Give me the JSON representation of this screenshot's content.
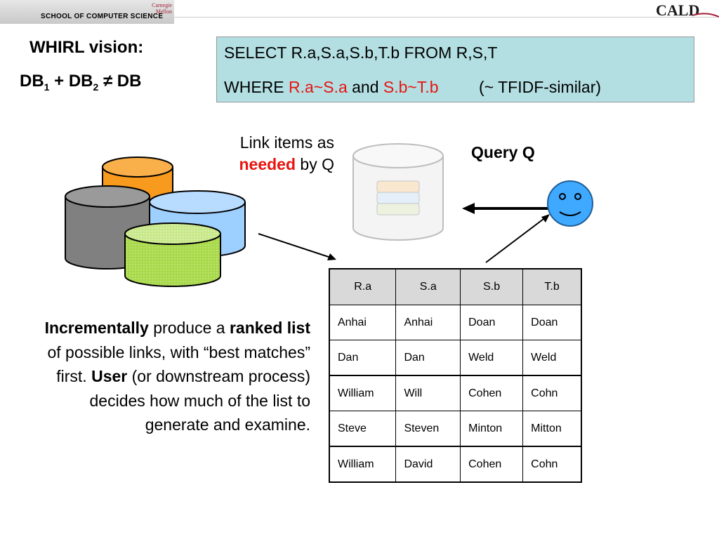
{
  "header": {
    "cmu": "Carnegie Mellon",
    "school": "SCHOOL OF COMPUTER SCIENCE",
    "cald": "CALD"
  },
  "title": "WHIRL vision:",
  "equation": {
    "db": "DB",
    "sub1": "1",
    "sub2": "2",
    "plus": " + ",
    "neq": " ≠ DB"
  },
  "query": {
    "line1": "SELECT R.a,S.a,S.b,T.b FROM R,S,T",
    "where": "WHERE ",
    "cond1": "R.a~S.a",
    "and": " and ",
    "cond2": "S.b~T.b",
    "note": "         (~ TFIDF-similar)"
  },
  "link_caption": {
    "line1": "Link items as",
    "needed": "needed",
    "rest": " by Q"
  },
  "query_label": "Query Q",
  "paragraph": {
    "b1": "Incrementally",
    "t1": " produce a ",
    "b2": "ranked list",
    "t2": " of possible links, with “best matches” first. ",
    "b3": "User",
    "t3": " (or downstream process) decides how much of the list to generate and examine."
  },
  "table": {
    "headers": [
      "R.a",
      "S.a",
      "S.b",
      "T.b"
    ],
    "rows": [
      [
        "Anhai",
        "Anhai",
        "Doan",
        "Doan"
      ],
      [
        "Dan",
        "Dan",
        "Weld",
        "Weld"
      ],
      [
        "William",
        "Will",
        "Cohen",
        "Cohn"
      ],
      [
        "Steve",
        "Steven",
        "Minton",
        "Mitton"
      ],
      [
        "William",
        "David",
        "Cohen",
        "Cohn"
      ]
    ]
  },
  "colors": {
    "orange_db": "#f79a1e",
    "gray_db": "#808080",
    "blue_db": "#9dcfff",
    "green_db": "#a8d94a",
    "face": "#3fa9ff",
    "query_box": "#b3dfe3",
    "highlight_red": "#e8140f"
  }
}
